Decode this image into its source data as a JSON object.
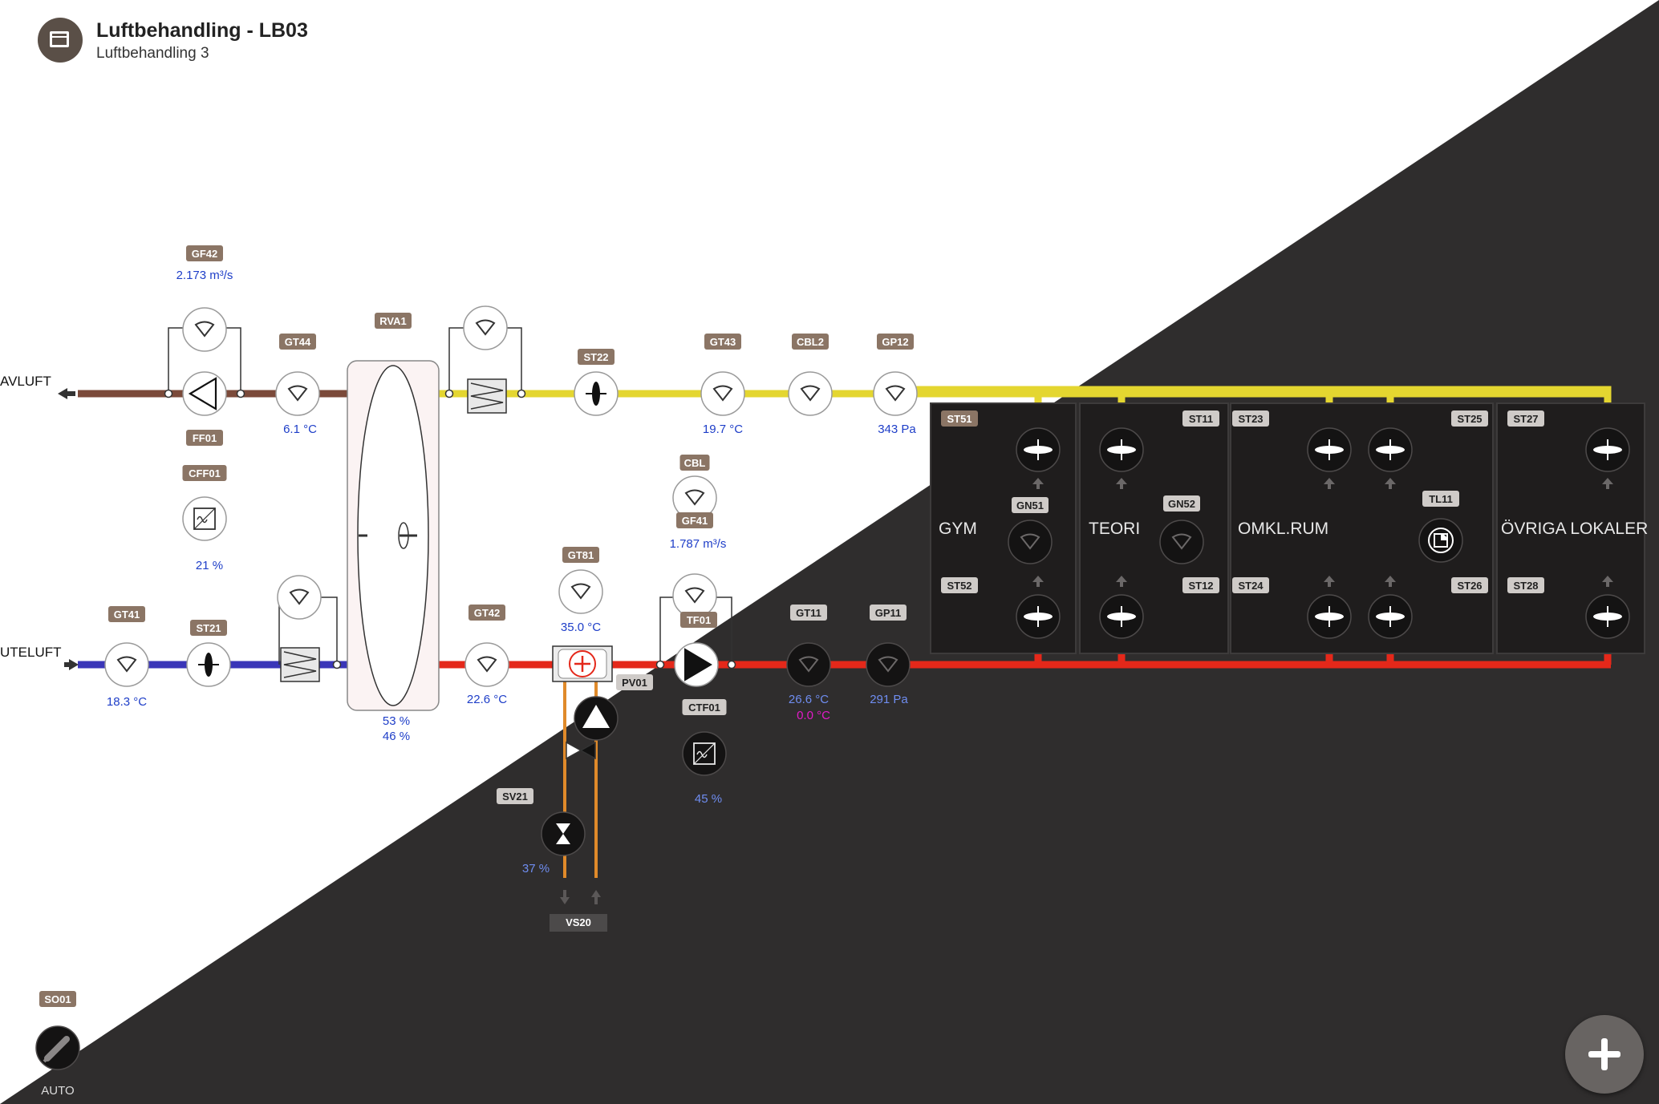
{
  "header": {
    "title": "Luftbehandling - LB03",
    "subtitle": "Luftbehandling 3"
  },
  "ducts": {
    "exhaust_label": "AVLUFT",
    "outdoor_label": "UTELUFT"
  },
  "tags": [
    {
      "id": "GF42",
      "text": "GF42"
    },
    {
      "id": "GT44",
      "text": "GT44"
    },
    {
      "id": "RVA1",
      "text": "RVA1"
    },
    {
      "id": "ST22",
      "text": "ST22"
    },
    {
      "id": "GT43",
      "text": "GT43"
    },
    {
      "id": "CBL2",
      "text": "CBL2"
    },
    {
      "id": "GP12",
      "text": "GP12"
    },
    {
      "id": "FF01",
      "text": "FF01"
    },
    {
      "id": "CFF01",
      "text": "CFF01"
    },
    {
      "id": "CBL",
      "text": "CBL"
    },
    {
      "id": "GF41",
      "text": "GF41"
    },
    {
      "id": "GT81",
      "text": "GT81"
    },
    {
      "id": "GT41",
      "text": "GT41"
    },
    {
      "id": "ST21",
      "text": "ST21"
    },
    {
      "id": "GT42",
      "text": "GT42"
    },
    {
      "id": "TF01",
      "text": "TF01"
    },
    {
      "id": "GT11",
      "text": "GT11"
    },
    {
      "id": "GP11",
      "text": "GP11"
    },
    {
      "id": "PV01",
      "text": "PV01"
    },
    {
      "id": "CTF01",
      "text": "CTF01"
    },
    {
      "id": "SV21",
      "text": "SV21"
    },
    {
      "id": "VS20",
      "text": "VS20"
    },
    {
      "id": "SO01",
      "text": "SO01"
    },
    {
      "id": "ST51",
      "text": "ST51"
    },
    {
      "id": "ST11",
      "text": "ST11"
    },
    {
      "id": "ST23",
      "text": "ST23"
    },
    {
      "id": "ST25",
      "text": "ST25"
    },
    {
      "id": "ST27",
      "text": "ST27"
    },
    {
      "id": "GN51",
      "text": "GN51"
    },
    {
      "id": "GN52",
      "text": "GN52"
    },
    {
      "id": "TL11",
      "text": "TL11"
    },
    {
      "id": "ST52",
      "text": "ST52"
    },
    {
      "id": "ST12",
      "text": "ST12"
    },
    {
      "id": "ST24",
      "text": "ST24"
    },
    {
      "id": "ST26",
      "text": "ST26"
    },
    {
      "id": "ST28",
      "text": "ST28"
    }
  ],
  "readings": [
    {
      "id": "GF42",
      "text": "2.173 m³/s",
      "color": "#1e3ec8"
    },
    {
      "id": "GT44",
      "text": "6.1 °C",
      "color": "#1e3ec8"
    },
    {
      "id": "GT43",
      "text": "19.7 °C",
      "color": "#1e3ec8"
    },
    {
      "id": "GP12",
      "text": "343 Pa",
      "color": "#1e3ec8"
    },
    {
      "id": "CFF01",
      "text": "21 %",
      "color": "#1e3ec8"
    },
    {
      "id": "GF41",
      "text": "1.787 m³/s",
      "color": "#1e3ec8"
    },
    {
      "id": "GT81",
      "text": "35.0 °C",
      "color": "#1e3ec8"
    },
    {
      "id": "GT41",
      "text": "18.3 °C",
      "color": "#1e3ec8"
    },
    {
      "id": "GT42",
      "text": "22.6 °C",
      "color": "#1e3ec8"
    },
    {
      "id": "RVA1a",
      "text": "53 %",
      "color": "#1e3ec8"
    },
    {
      "id": "RVA1b",
      "text": "46 %",
      "color": "#1e3ec8"
    },
    {
      "id": "GT11a",
      "text": "26.6 °C",
      "color": "#6f8df0"
    },
    {
      "id": "GT11b",
      "text": "0.0 °C",
      "color": "#e21ac8"
    },
    {
      "id": "GP11",
      "text": "291 Pa",
      "color": "#6f8df0"
    },
    {
      "id": "CTF01",
      "text": "45 %",
      "color": "#6f8df0"
    },
    {
      "id": "SV21",
      "text": "37 %",
      "color": "#6f8df0"
    }
  ],
  "zones": [
    {
      "id": "gym",
      "name": "GYM"
    },
    {
      "id": "teori",
      "name": "TEORI"
    },
    {
      "id": "omkl",
      "name": "OMKL.RUM"
    },
    {
      "id": "ovriga",
      "name": "ÖVRIGA LOKALER"
    }
  ],
  "control": {
    "mode": "AUTO"
  },
  "colors": {
    "exhaust": "#7b4a3a",
    "extract": "#e4d630",
    "outdoor": "#3a36b8",
    "supply": "#e4281a",
    "water": "#e08a2a",
    "dark_bg": "#2f2d2d",
    "tag_brown": "#8b7565",
    "tag_grey": "#cfcbc8"
  }
}
